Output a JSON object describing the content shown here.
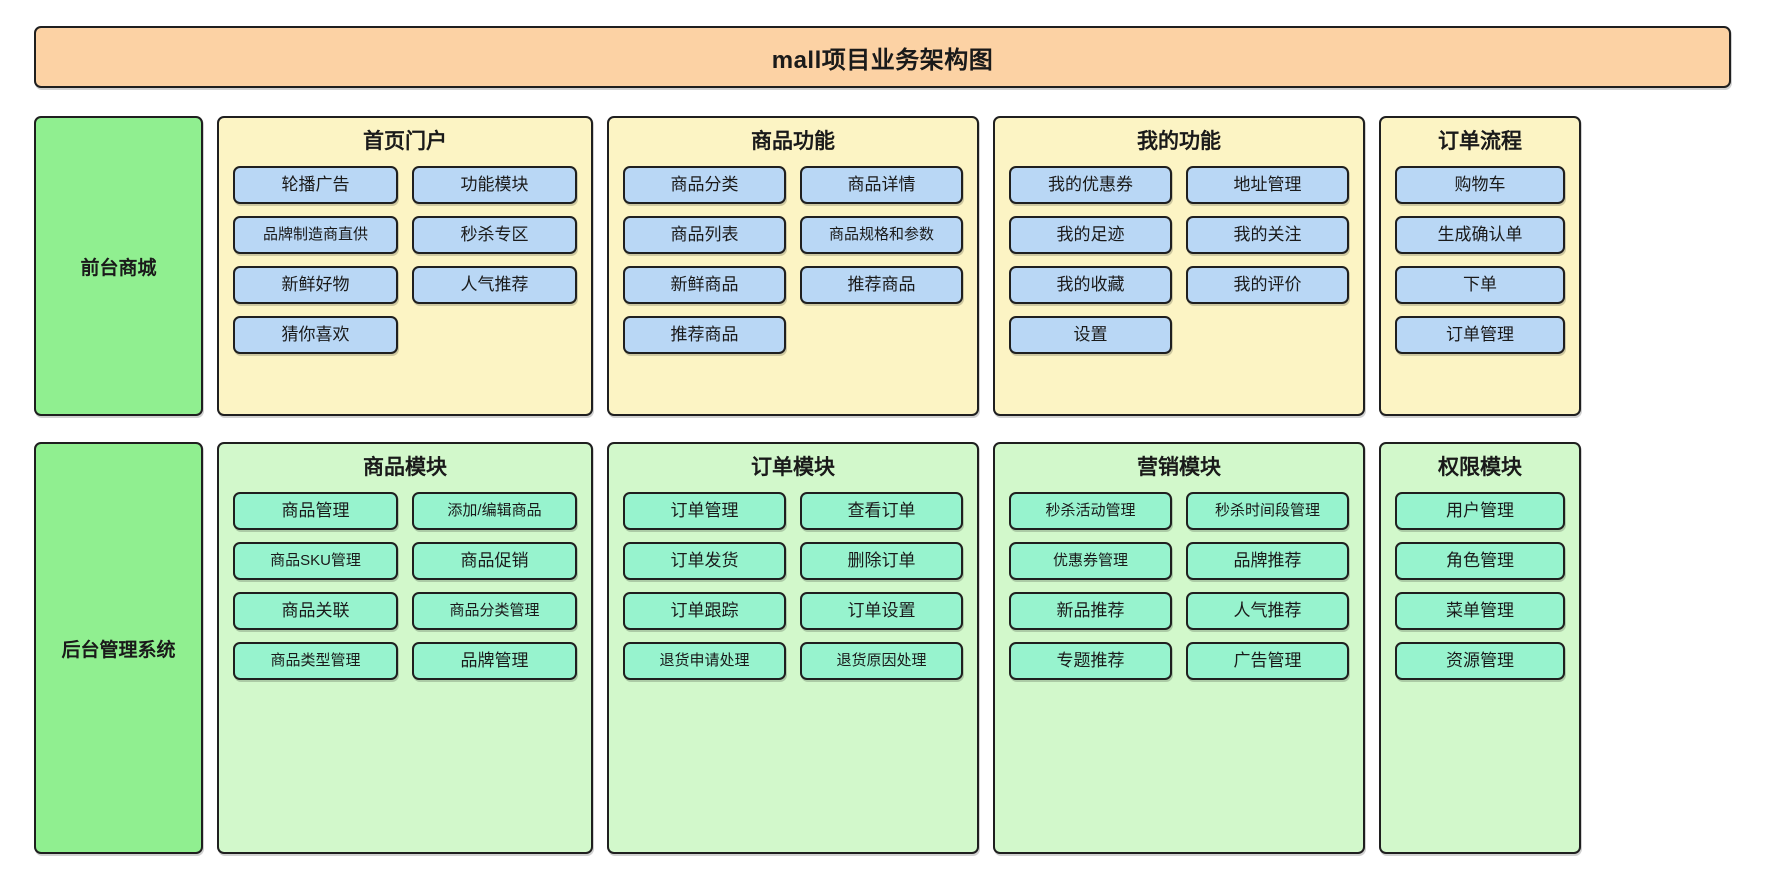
{
  "title": "mall项目业务架构图",
  "colors": {
    "title_bg": "#fcd2a4",
    "side_label_bg": "#90ef90",
    "frontend_group_bg": "#fcf4c4",
    "frontend_leaf_bg": "#b9d7f5",
    "backend_group_bg": "#d2f8cb",
    "backend_leaf_bg": "#97f3ce",
    "stroke": "#1f1f1f"
  },
  "tiers": [
    {
      "label": "前台商城",
      "groups": [
        {
          "title": "首页门户",
          "items": [
            "轮播广告",
            "功能模块",
            "品牌制造商直供",
            "秒杀专区",
            "新鲜好物",
            "人气推荐",
            "猜你喜欢"
          ]
        },
        {
          "title": "商品功能",
          "items": [
            "商品分类",
            "商品详情",
            "商品列表",
            "商品规格和参数",
            "新鲜商品",
            "推荐商品",
            "推荐商品"
          ]
        },
        {
          "title": "我的功能",
          "items": [
            "我的优惠券",
            "地址管理",
            "我的足迹",
            "我的关注",
            "我的收藏",
            "我的评价",
            "设置"
          ]
        },
        {
          "title": "订单流程",
          "items": [
            "购物车",
            "生成确认单",
            "下单",
            "订单管理"
          ]
        }
      ]
    },
    {
      "label": "后台管理系统",
      "groups": [
        {
          "title": "商品模块",
          "items": [
            "商品管理",
            "添加/编辑商品",
            "商品SKU管理",
            "商品促销",
            "商品关联",
            "商品分类管理",
            "商品类型管理",
            "品牌管理"
          ]
        },
        {
          "title": "订单模块",
          "items": [
            "订单管理",
            "查看订单",
            "订单发货",
            "删除订单",
            "订单跟踪",
            "订单设置",
            "退货申请处理",
            "退货原因处理"
          ]
        },
        {
          "title": "营销模块",
          "items": [
            "秒杀活动管理",
            "秒杀时间段管理",
            "优惠券管理",
            "品牌推荐",
            "新品推荐",
            "人气推荐",
            "专题推荐",
            "广告管理"
          ]
        },
        {
          "title": "权限模块",
          "items": [
            "用户管理",
            "角色管理",
            "菜单管理",
            "资源管理"
          ]
        }
      ]
    }
  ]
}
